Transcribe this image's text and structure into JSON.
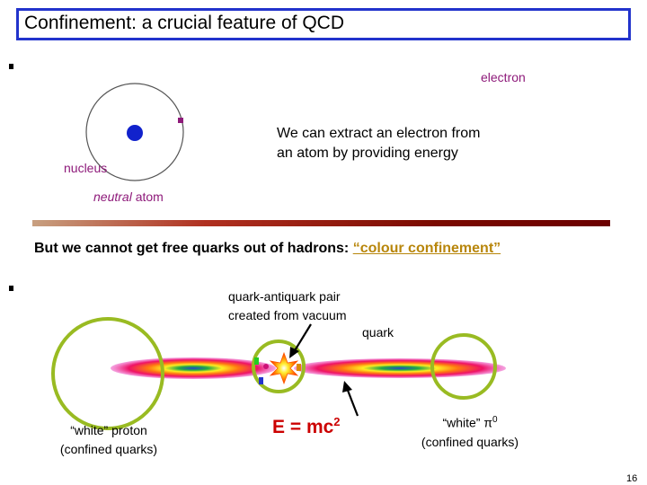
{
  "title": "Confinement: a crucial feature of QCD",
  "atom": {
    "electron_label": "electron",
    "nucleus_label": "nucleus",
    "neutral_word": "neutral",
    "atom_word": "atom",
    "extract_text_line1": "We can extract an electron from",
    "extract_text_line2": "an atom by providing energy"
  },
  "confinement": {
    "statement": "But we cannot get free quarks out of hadrons:",
    "highlight": "“colour confinement”",
    "pair_label_line1": "quark-antiquark pair",
    "pair_label_line2": "created from vacuum",
    "quark_label": "quark",
    "proton_label_line1": "“white” proton",
    "proton_label_line2": "(confined quarks)",
    "energy_label": "E = mc",
    "energy_exp": "2",
    "pion_label_prefix": "“white” π",
    "pion_label_exp": "0",
    "pion_label_line2": "(confined quarks)"
  },
  "page_number": "16",
  "colors": {
    "title_border": "#2233cc",
    "label_purple": "#8e1a7a",
    "accent_gold": "#b8860b",
    "energy_red": "#cc0000",
    "hadron_ring": "#99bb22",
    "nucleus": "#1122cc"
  }
}
